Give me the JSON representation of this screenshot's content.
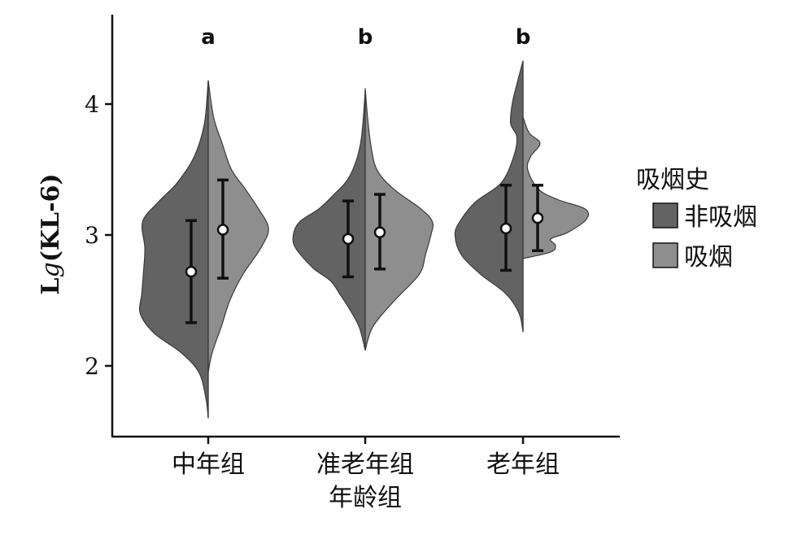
{
  "chart_data": {
    "type": "violin",
    "title": "",
    "xlabel": "年龄组",
    "ylabel": "Lg(KL-6)",
    "ylabel_parts": {
      "prefix": "L",
      "italic": "g",
      "suffix": "(KL-6)"
    },
    "ylim": [
      1.5,
      4.7
    ],
    "yticks": [
      "2",
      "3",
      "4"
    ],
    "categories": [
      "中年组",
      "准老年组",
      "老年组"
    ],
    "significance": [
      "a",
      "b",
      "b"
    ],
    "legend": {
      "title": "吸烟史",
      "position": "right",
      "entries": [
        {
          "label": "非吸烟",
          "color": "#636363"
        },
        {
          "label": "吸烟",
          "color": "#8e8e8e"
        }
      ]
    },
    "series": [
      {
        "name": "非吸烟",
        "side": "left",
        "color": "#636363",
        "means": [
          2.72,
          2.97,
          3.05
        ],
        "error_low": [
          2.33,
          2.68,
          2.73
        ],
        "error_high": [
          3.11,
          3.26,
          3.38
        ],
        "density": [
          [
            [
              1.6,
              0.0
            ],
            [
              1.75,
              0.03
            ],
            [
              1.95,
              0.12
            ],
            [
              2.1,
              0.35
            ],
            [
              2.25,
              0.7
            ],
            [
              2.4,
              0.88
            ],
            [
              2.55,
              0.86
            ],
            [
              2.7,
              0.84
            ],
            [
              2.9,
              0.82
            ],
            [
              3.1,
              0.85
            ],
            [
              3.25,
              0.65
            ],
            [
              3.4,
              0.4
            ],
            [
              3.6,
              0.18
            ],
            [
              3.85,
              0.05
            ],
            [
              4.18,
              0.0
            ]
          ],
          [
            [
              2.12,
              0.0
            ],
            [
              2.3,
              0.08
            ],
            [
              2.45,
              0.22
            ],
            [
              2.55,
              0.33
            ],
            [
              2.65,
              0.45
            ],
            [
              2.75,
              0.68
            ],
            [
              2.9,
              0.9
            ],
            [
              3.0,
              0.93
            ],
            [
              3.1,
              0.85
            ],
            [
              3.2,
              0.6
            ],
            [
              3.3,
              0.42
            ],
            [
              3.45,
              0.2
            ],
            [
              3.7,
              0.06
            ],
            [
              4.1,
              0.0
            ]
          ],
          [
            [
              2.26,
              0.0
            ],
            [
              2.4,
              0.05
            ],
            [
              2.55,
              0.22
            ],
            [
              2.7,
              0.55
            ],
            [
              2.85,
              0.8
            ],
            [
              3.0,
              0.88
            ],
            [
              3.1,
              0.82
            ],
            [
              3.25,
              0.62
            ],
            [
              3.4,
              0.28
            ],
            [
              3.6,
              0.12
            ],
            [
              3.75,
              0.08
            ],
            [
              3.85,
              0.16
            ],
            [
              4.0,
              0.14
            ],
            [
              4.15,
              0.08
            ],
            [
              4.33,
              0.0
            ]
          ]
        ]
      },
      {
        "name": "吸烟",
        "side": "right",
        "color": "#8e8e8e",
        "means": [
          3.04,
          3.02,
          3.13
        ],
        "error_low": [
          2.67,
          2.74,
          2.88
        ],
        "error_high": [
          3.42,
          3.31,
          3.38
        ],
        "density": [
          [
            [
              1.95,
              0.0
            ],
            [
              2.1,
              0.05
            ],
            [
              2.3,
              0.17
            ],
            [
              2.5,
              0.28
            ],
            [
              2.7,
              0.45
            ],
            [
              2.9,
              0.68
            ],
            [
              3.05,
              0.78
            ],
            [
              3.2,
              0.65
            ],
            [
              3.35,
              0.48
            ],
            [
              3.5,
              0.3
            ],
            [
              3.7,
              0.18
            ],
            [
              3.9,
              0.07
            ],
            [
              4.18,
              0.0
            ]
          ],
          [
            [
              2.12,
              0.0
            ],
            [
              2.3,
              0.1
            ],
            [
              2.5,
              0.38
            ],
            [
              2.7,
              0.7
            ],
            [
              2.85,
              0.78
            ],
            [
              3.0,
              0.85
            ],
            [
              3.1,
              0.87
            ],
            [
              3.2,
              0.72
            ],
            [
              3.35,
              0.37
            ],
            [
              3.5,
              0.15
            ],
            [
              3.7,
              0.07
            ],
            [
              3.9,
              0.03
            ],
            [
              4.12,
              0.0
            ]
          ],
          [
            [
              2.82,
              0.0
            ],
            [
              2.87,
              0.36
            ],
            [
              2.92,
              0.42
            ],
            [
              2.97,
              0.36
            ],
            [
              3.02,
              0.58
            ],
            [
              3.12,
              0.82
            ],
            [
              3.2,
              0.8
            ],
            [
              3.27,
              0.45
            ],
            [
              3.35,
              0.2
            ],
            [
              3.5,
              0.06
            ],
            [
              3.6,
              0.1
            ],
            [
              3.7,
              0.22
            ],
            [
              3.78,
              0.08
            ],
            [
              3.9,
              0.0
            ]
          ]
        ]
      }
    ],
    "grid": false
  }
}
